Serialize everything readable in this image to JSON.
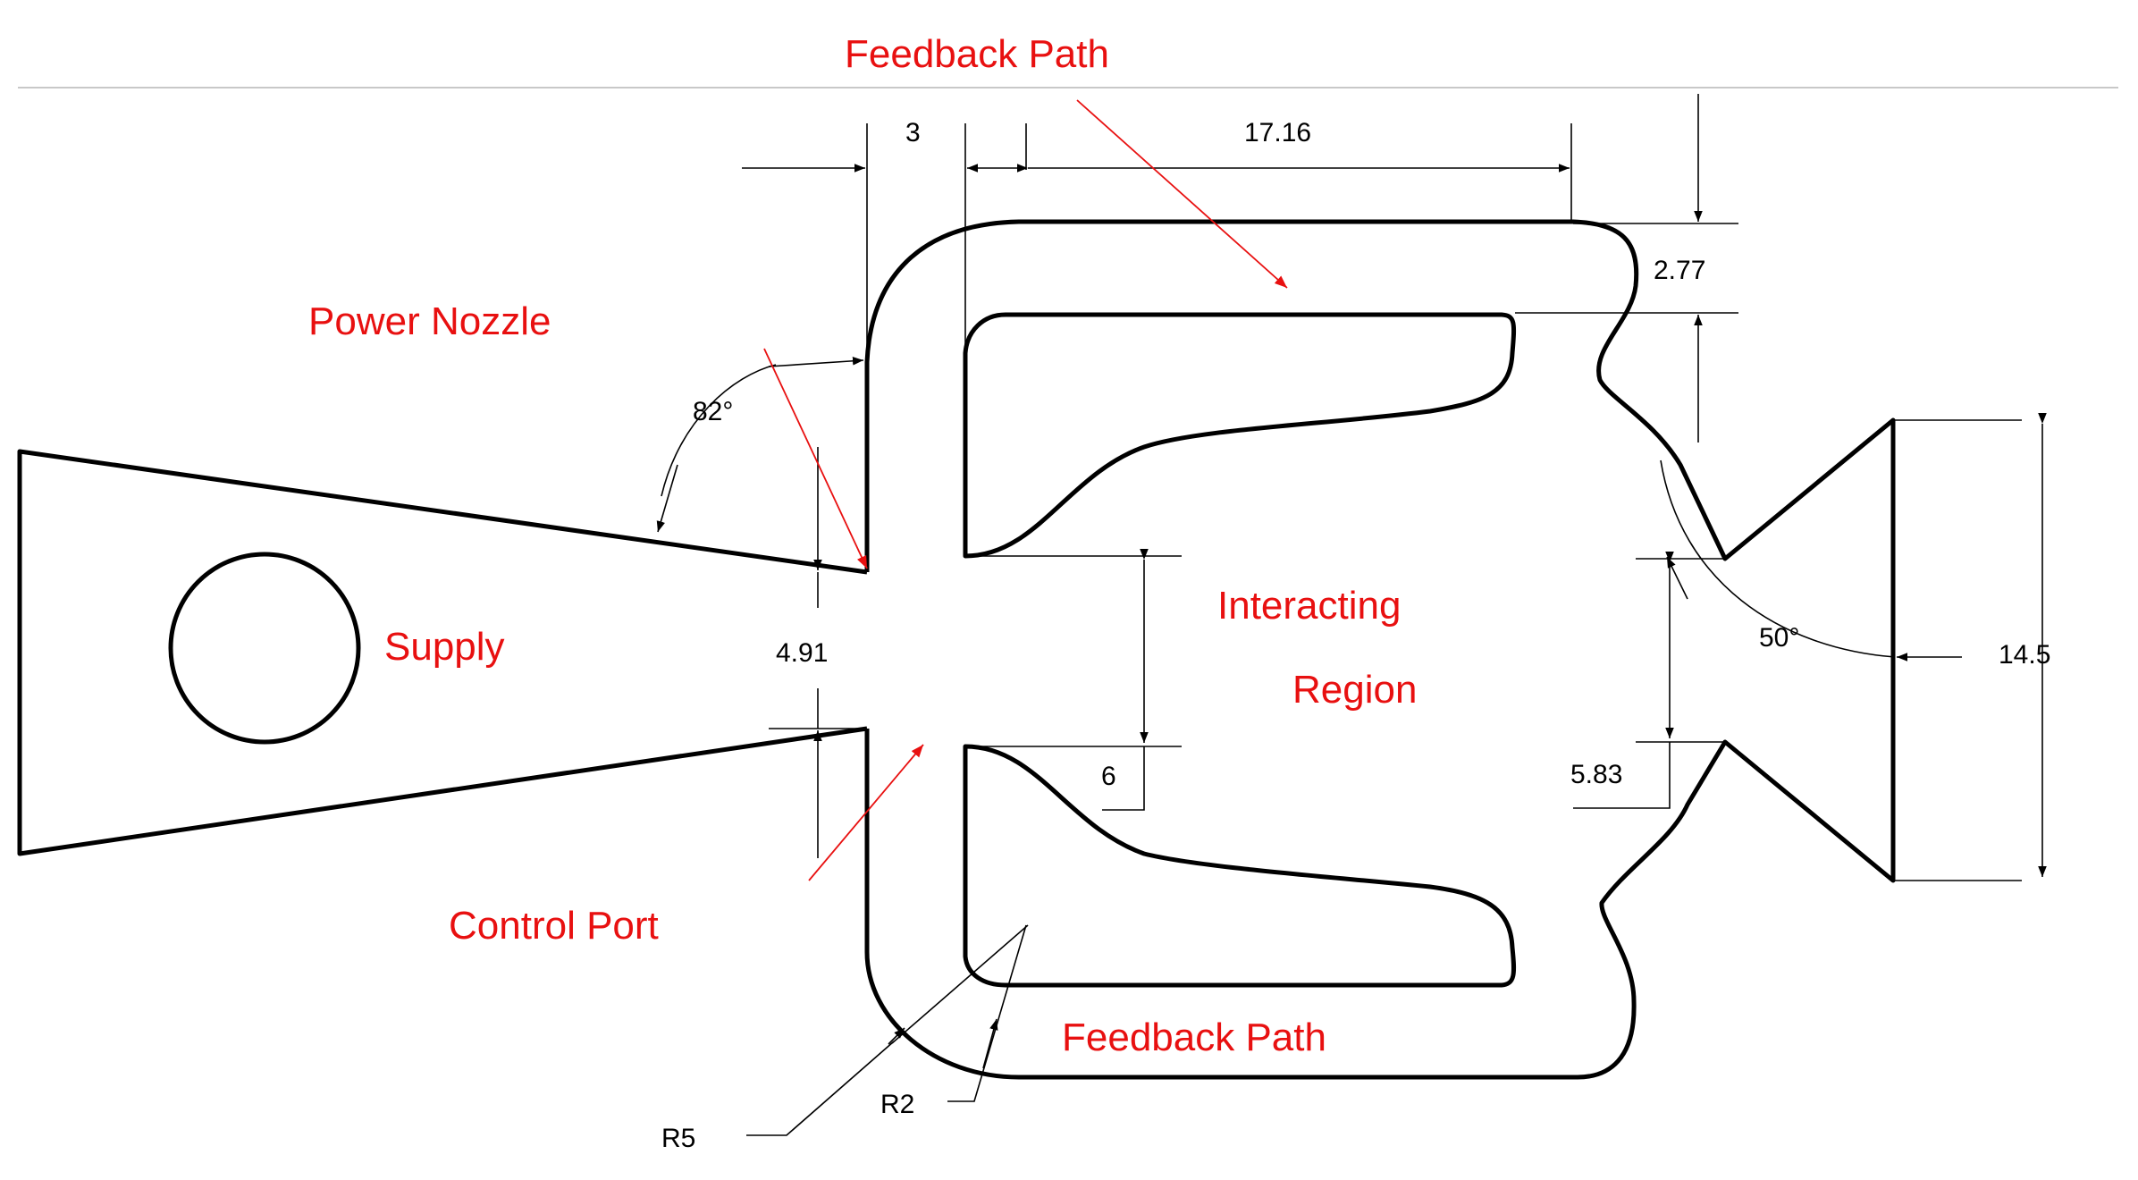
{
  "labels": {
    "feedback_path_top": "Feedback Path",
    "feedback_path_bottom": "Feedback Path",
    "power_nozzle": "Power Nozzle",
    "supply": "Supply",
    "interacting_region_line1": "Interacting",
    "interacting_region_line2": "Region",
    "control_port": "Control Port"
  },
  "dimensions": {
    "control_port_width": "3",
    "feedback_length": "17.16",
    "feedback_path_width": "2.77",
    "nozzle_angle": "82°",
    "nozzle_width": "4.91",
    "interaction_gap": "6",
    "outlet_width": "5.83",
    "divergence_angle": "50°",
    "outlet_height": "14.5",
    "outer_radius": "R5",
    "inner_radius": "R2"
  },
  "colors": {
    "annotation": "#e81010",
    "outline": "#000000"
  }
}
